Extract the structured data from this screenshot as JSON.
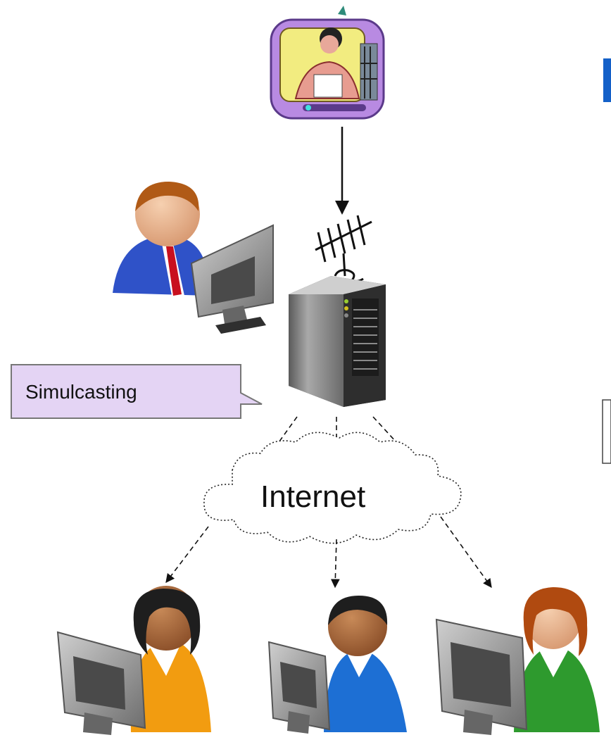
{
  "labels": {
    "callout": "Simulcasting",
    "cloud": "Internet"
  },
  "nodes": [
    {
      "id": "tv-broadcaster",
      "icon": "television-news-icon"
    },
    {
      "id": "antenna",
      "icon": "antenna-icon"
    },
    {
      "id": "server",
      "icon": "server-tower-icon"
    },
    {
      "id": "operator",
      "icon": "user-at-computer-icon"
    },
    {
      "id": "viewer-1",
      "icon": "user-at-computer-icon"
    },
    {
      "id": "viewer-2",
      "icon": "user-at-computer-icon"
    },
    {
      "id": "viewer-3",
      "icon": "user-at-computer-icon"
    }
  ],
  "colors": {
    "callout_fill": "#e4d4f4",
    "callout_border": "#777777",
    "slide_title_bar": "#1460c8",
    "tv_frame": "#b88ae2",
    "tv_screen": "#f2ec80",
    "operator_shirt": "#2f52c8",
    "viewer1_shirt": "#f29c10",
    "viewer2_shirt": "#1d6fd4",
    "viewer3_shirt": "#2e9a2e"
  }
}
